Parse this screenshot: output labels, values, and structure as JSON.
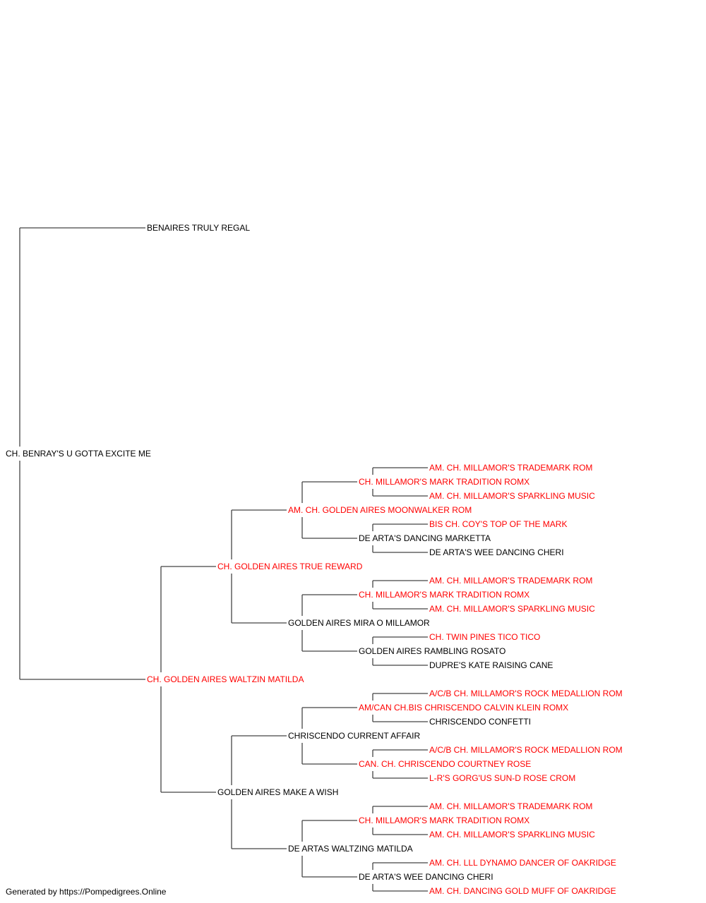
{
  "colors": {
    "champion": "#ff0000",
    "normal": "#000000",
    "line": "#444444"
  },
  "footer": "Generated by https://Pompedigrees.Online",
  "root": {
    "name": "CH. BENRAY'S U GOTTA EXCITE ME",
    "champion": false
  },
  "sire": {
    "name": "BENAIRES TRULY REGAL",
    "champion": false
  },
  "dam": {
    "name": "CH. GOLDEN AIRES WALTZIN MATILDA",
    "champion": true,
    "sire": {
      "name": "CH. GOLDEN AIRES TRUE REWARD",
      "champion": true,
      "sire": {
        "name": "AM. CH. GOLDEN AIRES MOONWALKER ROM",
        "champion": true,
        "sire": {
          "name": "CH. MILLAMOR'S MARK TRADITION ROMX",
          "champion": true,
          "sire": {
            "name": "AM. CH. MILLAMOR'S TRADEMARK ROM",
            "champion": true
          },
          "dam": {
            "name": "AM. CH. MILLAMOR'S SPARKLING MUSIC",
            "champion": true
          }
        },
        "dam": {
          "name": "DE ARTA'S DANCING MARKETTA",
          "champion": false,
          "sire": {
            "name": "BIS CH. COY'S TOP OF THE MARK",
            "champion": true
          },
          "dam": {
            "name": "DE ARTA'S WEE DANCING CHERI",
            "champion": false
          }
        }
      },
      "dam": {
        "name": "GOLDEN AIRES MIRA O MILLAMOR",
        "champion": false,
        "sire": {
          "name": "CH. MILLAMOR'S MARK TRADITION ROMX",
          "champion": true,
          "sire": {
            "name": "AM. CH. MILLAMOR'S TRADEMARK ROM",
            "champion": true
          },
          "dam": {
            "name": "AM. CH. MILLAMOR'S SPARKLING MUSIC",
            "champion": true
          }
        },
        "dam": {
          "name": "GOLDEN AIRES RAMBLING ROSATO",
          "champion": false,
          "sire": {
            "name": "CH. TWIN PINES TICO TICO",
            "champion": true
          },
          "dam": {
            "name": "DUPRE'S KATE RAISING CANE",
            "champion": false
          }
        }
      }
    },
    "dam": {
      "name": "GOLDEN AIRES MAKE A WISH",
      "champion": false,
      "sire": {
        "name": "CHRISCENDO CURRENT AFFAIR",
        "champion": false,
        "sire": {
          "name": "AM/CAN CH.BIS CHRISCENDO CALVIN KLEIN ROMX",
          "champion": true,
          "sire": {
            "name": "A/C/B CH. MILLAMOR'S ROCK MEDALLION ROM",
            "champion": true
          },
          "dam": {
            "name": "CHRISCENDO CONFETTI",
            "champion": false
          }
        },
        "dam": {
          "name": "CAN. CH. CHRISCENDO COURTNEY ROSE",
          "champion": true,
          "sire": {
            "name": "A/C/B CH. MILLAMOR'S ROCK MEDALLION ROM",
            "champion": true
          },
          "dam": {
            "name": "L-R'S GORG'US SUN-D ROSE CROM",
            "champion": true
          }
        }
      },
      "dam": {
        "name": "DE ARTAS WALTZING MATILDA",
        "champion": false,
        "sire": {
          "name": "CH. MILLAMOR'S MARK TRADITION ROMX",
          "champion": true,
          "sire": {
            "name": "AM. CH. MILLAMOR'S TRADEMARK ROM",
            "champion": true
          },
          "dam": {
            "name": "AM. CH. MILLAMOR'S SPARKLING MUSIC",
            "champion": true
          }
        },
        "dam": {
          "name": "DE ARTA'S WEE DANCING CHERI",
          "champion": false,
          "sire": {
            "name": "AM. CH. LLL DYNAMO DANCER OF OAKRIDGE",
            "champion": true
          },
          "dam": {
            "name": "AM. CH. DANCING GOLD MUFF OF OAKRIDGE",
            "champion": true
          }
        }
      }
    }
  }
}
